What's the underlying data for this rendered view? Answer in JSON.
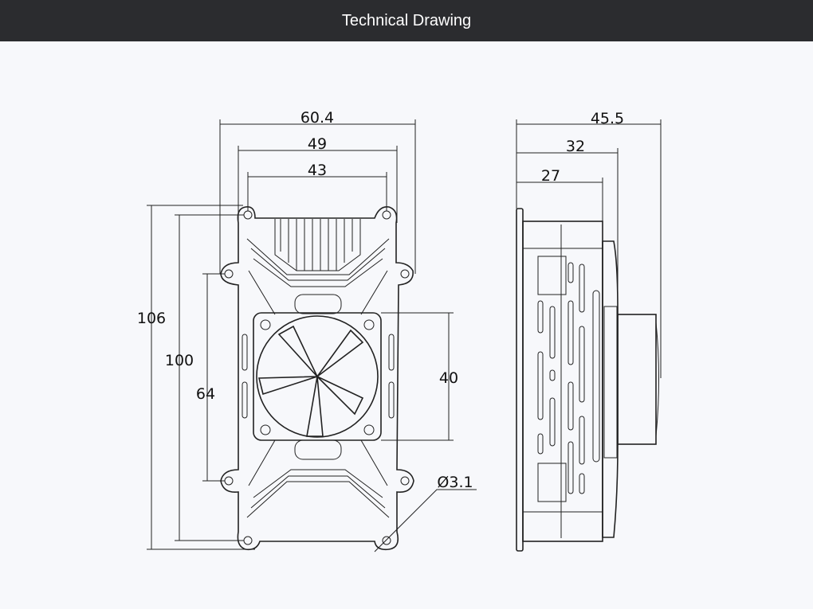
{
  "header": {
    "title": "Technical Drawing"
  },
  "front_view": {
    "dimensions": {
      "overall_width": "60.4",
      "body_width": "49",
      "hole_spacing_width": "43",
      "overall_height": "106",
      "hole_spacing_height": "100",
      "side_hole_spacing": "64",
      "fan_size": "40",
      "hole_diameter": "Ø3.1"
    }
  },
  "side_view": {
    "dimensions": {
      "overall_depth": "45.5",
      "fan_depth": "32",
      "body_depth": "27"
    }
  }
}
